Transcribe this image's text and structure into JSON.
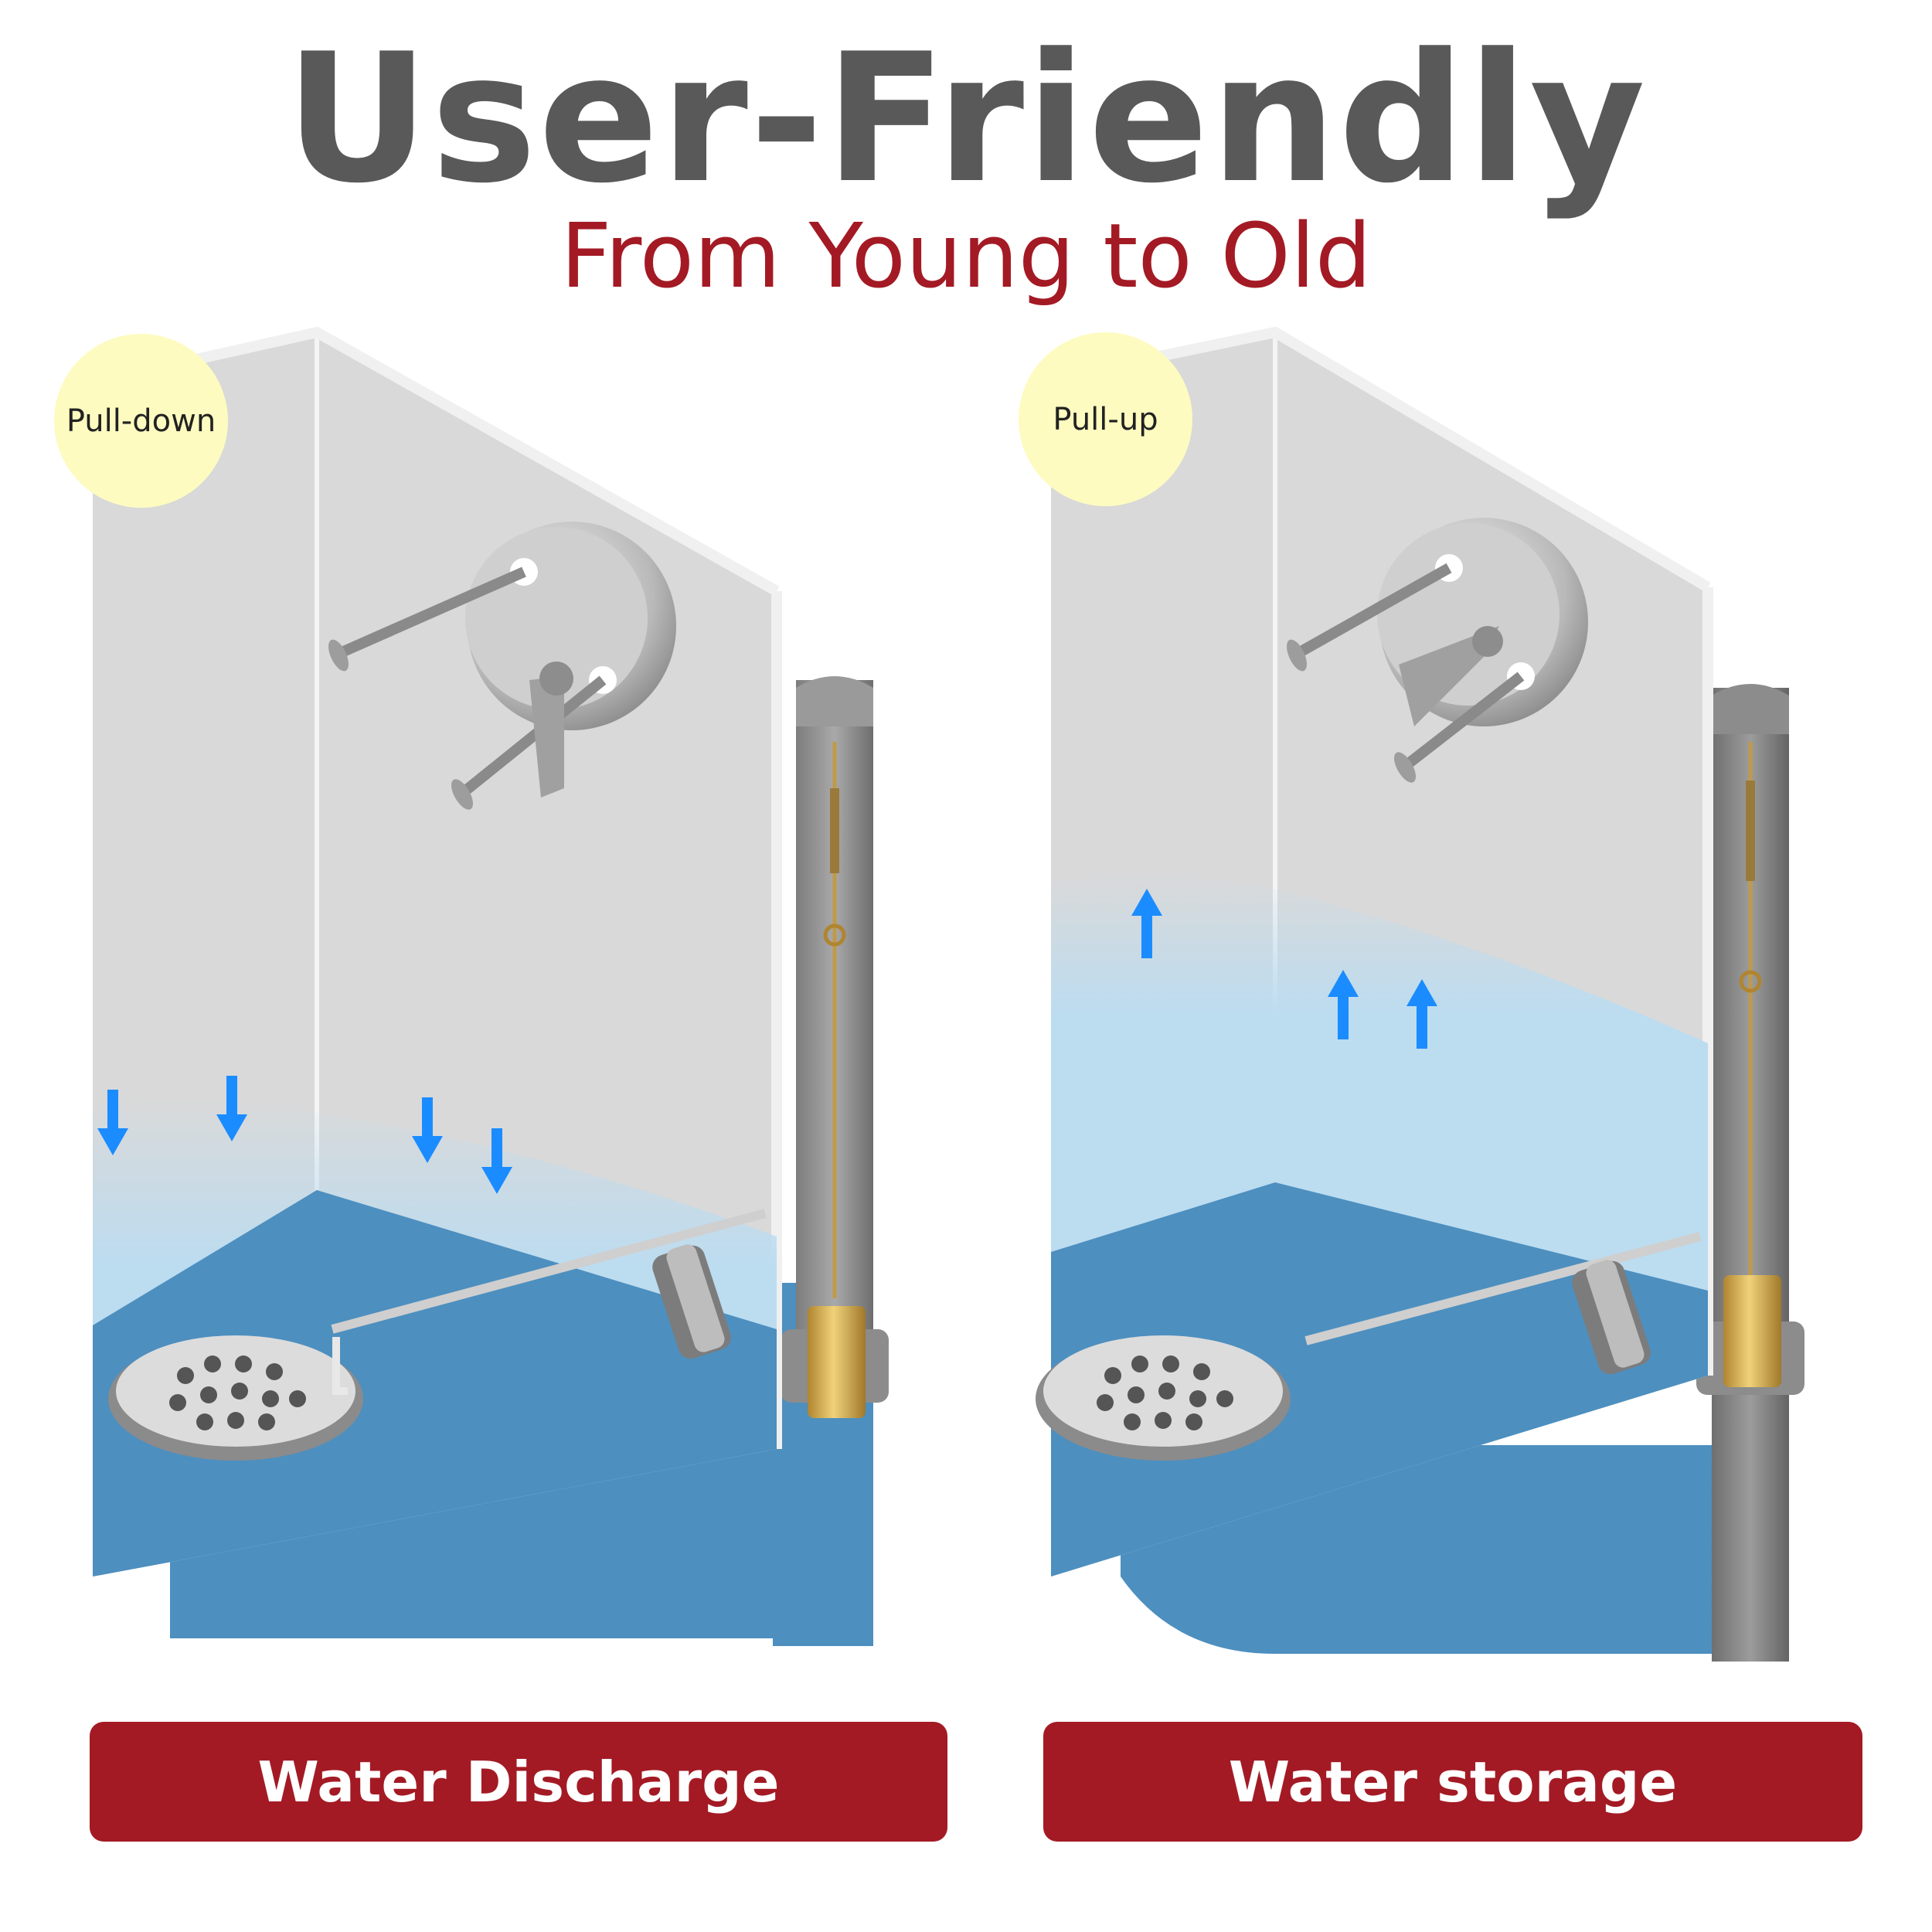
{
  "header": {
    "title": "User-Friendly",
    "subtitle": "From Young to Old"
  },
  "panels": [
    {
      "badge": "Pull-down",
      "caption": "Water Discharge",
      "water_direction": "down"
    },
    {
      "badge": "Pull-up",
      "caption": "Water storage",
      "water_direction": "up"
    }
  ],
  "colors": {
    "title": "#595959",
    "accent_red": "#a31a24",
    "badge_yellow": "#fdfbc0",
    "water_blue": "#4d8fbf",
    "arrow_blue": "#1a8cff",
    "tub_gray": "#d9d9d9",
    "brass": "#c9a24a"
  }
}
